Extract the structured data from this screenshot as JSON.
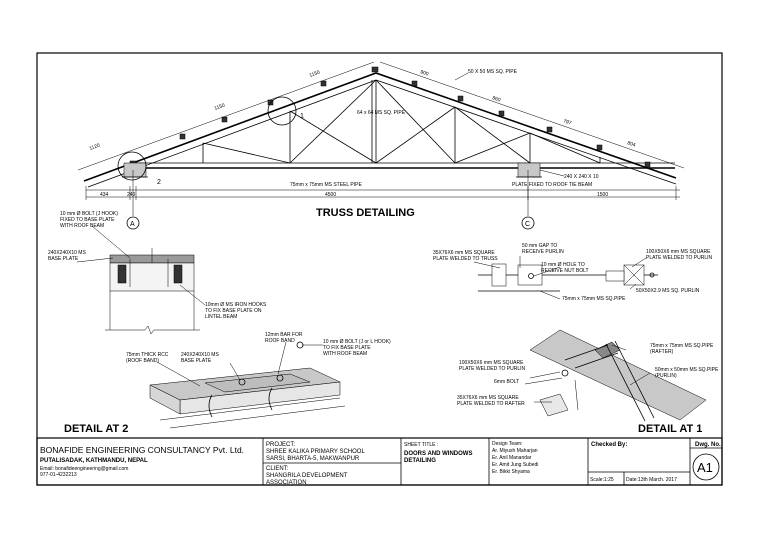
{
  "truss": {
    "title": "TRUSS DETAILING",
    "dims": {
      "d1120": "1120",
      "d1150a": "1150",
      "d1150b": "1150",
      "d900": "900",
      "d860": "860",
      "d797": "797",
      "d804": "804",
      "d434": "434",
      "d240": "240",
      "d4500": "4500",
      "d1500": "1500"
    },
    "labels": {
      "pipe_top": "50 X 50 MS SQ. PIPE",
      "pipe_mid": "64 x 64 MS SQ. PIPE",
      "steel_pipe": "75mm x 75mm MS STEEL PIPE",
      "plate_line1": "240 X 240 X 10",
      "plate_line2": "PLATE FIXED TO ROOF TIE BEAM"
    },
    "markers": {
      "m1": "1",
      "m2": "2"
    },
    "grid": {
      "a": "A",
      "c": "C"
    }
  },
  "detail2": {
    "title": "DETAIL AT 2",
    "base_plate": [
      "240X240X10 MS",
      "BASE PLATE"
    ],
    "bolt_note": [
      "10 mm Ø BOLT (J HOOK)",
      "FIXED TO BASE PLATE",
      "WITH ROOF BEAM"
    ],
    "hook_note": [
      "10mm Ø MS IRON HOOKS",
      "TO FIX BASE PLATE ON",
      "LINTEL BEAM"
    ],
    "rcc_note": [
      "75mm THICK RCC",
      "(ROOF BAND)"
    ],
    "plate_note": [
      "240X240X10 MS",
      "BASE PLATE"
    ],
    "bar_note": [
      "12mm BAR FOR",
      "ROOF BAND"
    ],
    "bolt2_note": [
      "10 mm Ø BOLT (J or L HOOK)",
      "TO FIX BASE PLATE",
      "WITH ROOF BEAM"
    ]
  },
  "detail1": {
    "title": "DETAIL AT 1",
    "sq35": [
      "35X76X6 mm MS SQUARE",
      "PLATE WELDED TO TRUSS"
    ],
    "gap": [
      "50 mm GAP TO",
      "RECEIVE PURLIN"
    ],
    "hole": [
      "10 mm Ø HOLE TO",
      "RECEIVE NUT BOLT"
    ],
    "sq100": [
      "100X50X6 mm MS SQUARE",
      "PLATE WELDED TO PURLIN"
    ],
    "purlin_sec": "50X50X2.9 MS SQ. PURLIN",
    "pipe75": "75mm x 75mm  MS  SQ.PIPE",
    "rafter": [
      "75mm x 75mm  MS  SQ.PIPE",
      "(RAFTER)"
    ],
    "purlin50": [
      "50mm x 50mm  MS  SQ.PIPE",
      "(PURLIN)"
    ],
    "sq100b": [
      "100X50X6 mm MS SQUARE",
      "PLATE WELDED TO PURLIN"
    ],
    "bolt": "6mm BOLT",
    "sq35b": [
      "35X76X6 mm MS SQUARE",
      "PLATE WELDED TO RAFTER"
    ]
  },
  "title_block": {
    "company": "BONAFIDE ENGINEERING CONSULTANCY Pvt. Ltd.",
    "address": "PUTALISADAK, KATHMANDU, NEPAL",
    "email": "Email: bonafideengineering@gmail.com",
    "phone": "977-01-4232213",
    "project_label": "PROJECT:",
    "project_lines": [
      "SHREE KALIKA PRIMARY SCHOOL",
      "SARSI, BHARTA-5, MAKWANPUR"
    ],
    "client_label": "CLIENT:",
    "client_lines": [
      "SHANGRILA DEVELOPMENT",
      "ASSOCIATION"
    ],
    "sheet_label": "SHEET TITLE :",
    "sheet_lines": [
      "DOORS AND WINDOWS",
      "DETAILING"
    ],
    "design_team": [
      "Design Team:",
      "Ar. Miyush Maharjan",
      "Er. Anil Manandar",
      "Er. Amit Jung Subedi",
      "Er. Bikki Shyama"
    ],
    "checked_by": "Checked By:",
    "dwg_no_label": "Dwg. No.",
    "dwg_no": "A1",
    "scale": "Scale:1:25",
    "date": "Date:13th March. 2017"
  }
}
